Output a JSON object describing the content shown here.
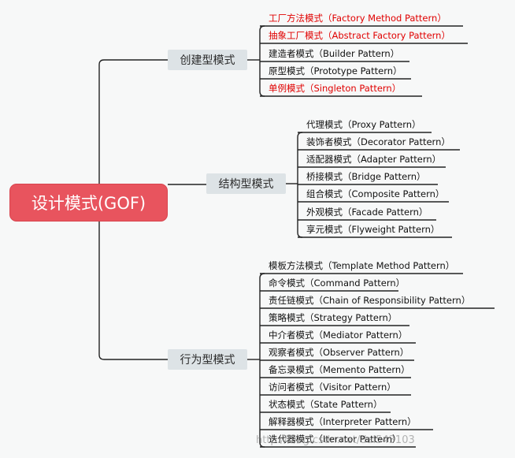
{
  "root": {
    "label": "设计模式(GOF)"
  },
  "colors": {
    "root_bg": "#e8545e",
    "category_bg": "#dde3e6",
    "highlight_text": "#e00000",
    "line": "#222222"
  },
  "categories": [
    {
      "label": "创建型模式",
      "items": [
        {
          "label": "工厂方法模式（Factory Method Pattern）",
          "highlight": true
        },
        {
          "label": "抽象工厂模式（Abstract Factory Pattern）",
          "highlight": true
        },
        {
          "label": "建造者模式（Builder Pattern）",
          "highlight": false
        },
        {
          "label": "原型模式（Prototype Pattern）",
          "highlight": false
        },
        {
          "label": "单例模式（Singleton Pattern）",
          "highlight": true
        }
      ]
    },
    {
      "label": "结构型模式",
      "items": [
        {
          "label": "代理模式（Proxy Pattern）",
          "highlight": false
        },
        {
          "label": "装饰者模式（Decorator Pattern）",
          "highlight": false
        },
        {
          "label": "适配器模式（Adapter Pattern）",
          "highlight": false
        },
        {
          "label": "桥接模式（Bridge Pattern）",
          "highlight": false
        },
        {
          "label": "组合模式（Composite Pattern）",
          "highlight": false
        },
        {
          "label": "外观模式（Facade Pattern）",
          "highlight": false
        },
        {
          "label": "享元模式（Flyweight Pattern）",
          "highlight": false
        }
      ]
    },
    {
      "label": "行为型模式",
      "items": [
        {
          "label": "模板方法模式（Template Method Pattern）",
          "highlight": false
        },
        {
          "label": "命令模式（Command Pattern）",
          "highlight": false
        },
        {
          "label": "责任链模式（Chain of Responsibility Pattern）",
          "highlight": false
        },
        {
          "label": "策略模式（Strategy Pattern）",
          "highlight": false
        },
        {
          "label": "中介者模式（Mediator Pattern）",
          "highlight": false
        },
        {
          "label": "观察者模式（Observer Pattern）",
          "highlight": false
        },
        {
          "label": "备忘录模式（Memento Pattern）",
          "highlight": false
        },
        {
          "label": "访问者模式（Visitor Pattern）",
          "highlight": false
        },
        {
          "label": "状态模式（State Pattern）",
          "highlight": false
        },
        {
          "label": "解释器模式（Interpreter Pattern）",
          "highlight": false
        },
        {
          "label": "迭代器模式（Iterator Pattern）",
          "highlight": false
        }
      ]
    }
  ],
  "watermark": "http://blog.csdn.net/dai543103"
}
